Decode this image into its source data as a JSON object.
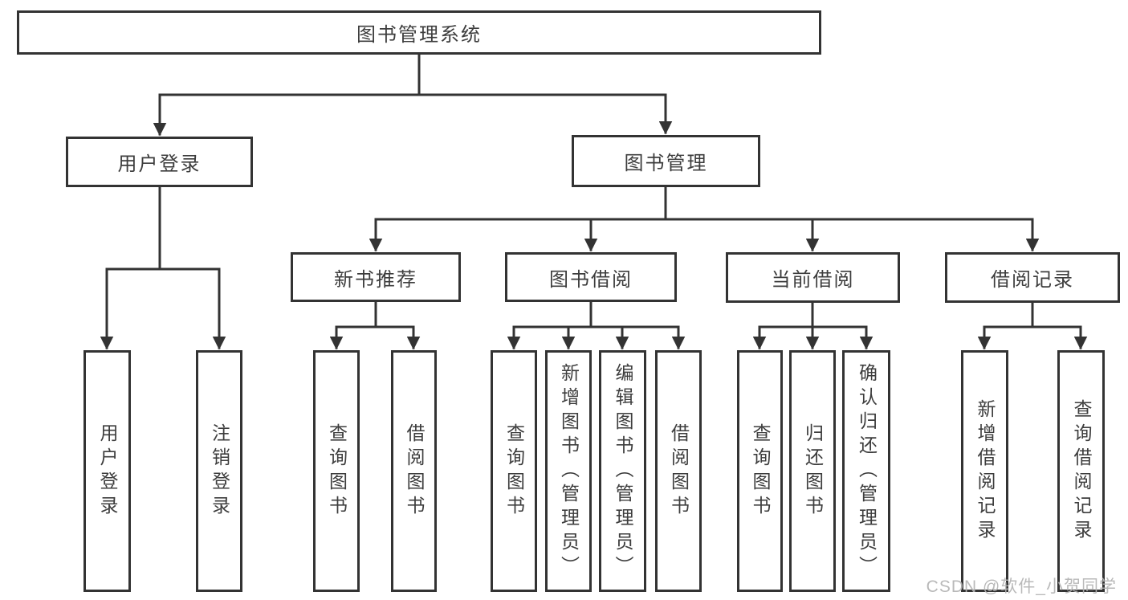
{
  "colors": {
    "line": "#333333",
    "box_border": "#333333",
    "text": "#3d3d3d",
    "background": "#ffffff",
    "watermark": "#b4b4b4"
  },
  "watermark": {
    "text": "CSDN @软件_小贺同学"
  },
  "tree": {
    "label": "图书管理系统",
    "children": [
      {
        "label": "用户登录",
        "children": [
          {
            "label": "用户登录"
          },
          {
            "label": "注销登录"
          }
        ]
      },
      {
        "label": "图书管理",
        "children": [
          {
            "label": "新书推荐",
            "children": [
              {
                "label": "查询图书"
              },
              {
                "label": "借阅图书"
              }
            ]
          },
          {
            "label": "图书借阅",
            "children": [
              {
                "label": "查询图书"
              },
              {
                "label": "新增图书（管理员）"
              },
              {
                "label": "编辑图书（管理员）"
              },
              {
                "label": "借阅图书"
              }
            ]
          },
          {
            "label": "当前借阅",
            "children": [
              {
                "label": "查询图书"
              },
              {
                "label": "归还图书"
              },
              {
                "label": "确认归还（管理员）"
              }
            ]
          },
          {
            "label": "借阅记录",
            "children": [
              {
                "label": "新增借阅记录"
              },
              {
                "label": "查询借阅记录"
              }
            ]
          }
        ]
      }
    ]
  }
}
